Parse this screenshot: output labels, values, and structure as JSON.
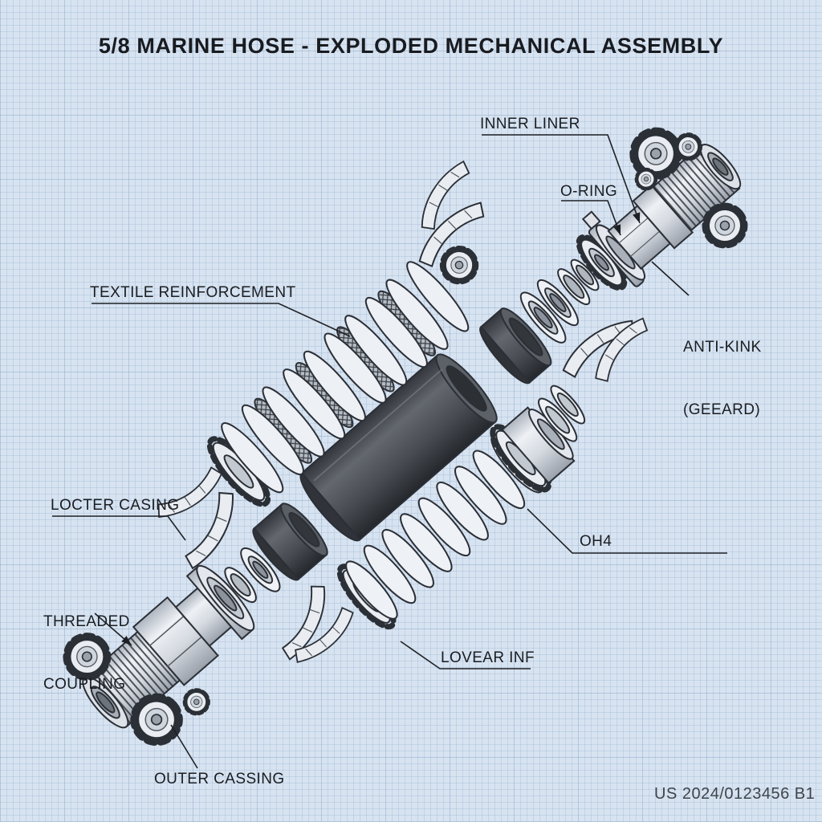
{
  "title": "5/8 MARINE HOSE - EXPLODED MECHANICAL ASSEMBLY",
  "labels": {
    "inner_liner": "INNER LINER",
    "o_ring": "O-RING",
    "anti_kink_1": "ANTI-KINK",
    "anti_kink_2": "(GEEARD)",
    "textile_reinforcement": "TEXTILE REINFORCEMENT",
    "locter_casing": "LOCTER CASING",
    "threaded_1": "THREADED",
    "threaded_2": "COUPLING",
    "oh": "OH4",
    "lovear_inf": "LOVEAR INF",
    "outer_cassing": "OUTER CASSING"
  },
  "footer": {
    "patent_number": "US 2024/0123456 B1"
  },
  "colors": {
    "background": "#d7e3f0",
    "grid_line": "#9db4d0",
    "linework": "#2b2f36",
    "dark_rubber": "#3c3f45",
    "label_text": "#1a1d22"
  }
}
